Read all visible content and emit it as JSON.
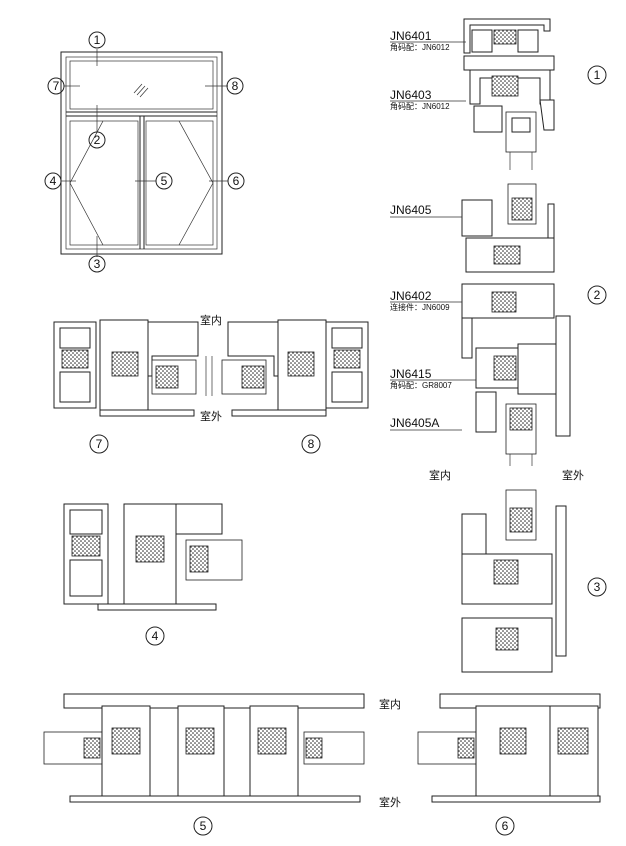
{
  "markers": [
    "1",
    "2",
    "3",
    "4",
    "5",
    "6",
    "7",
    "8"
  ],
  "profiles": [
    {
      "code": "JN6401",
      "sub": "角码配：JN6012"
    },
    {
      "code": "JN6403",
      "sub": "角码配：JN6012"
    },
    {
      "code": "JN6405",
      "sub": ""
    },
    {
      "code": "JN6402",
      "sub": "连接件：JN6009"
    },
    {
      "code": "JN6415",
      "sub": "角码配：GR8007"
    },
    {
      "code": "JN6405A",
      "sub": ""
    }
  ],
  "labels": {
    "indoor": "室内",
    "outdoor": "室外"
  }
}
